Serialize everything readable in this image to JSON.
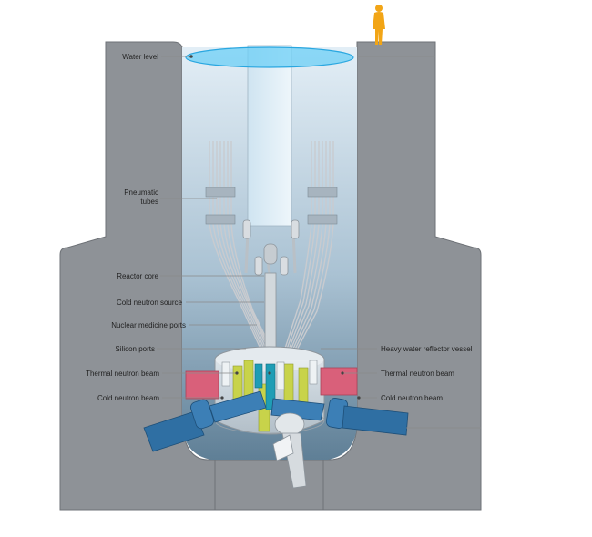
{
  "labels": {
    "water_level": "Water level",
    "pneumatic_tubes_line1": "Pneumatic",
    "pneumatic_tubes_line2": "tubes",
    "reactor_core": "Reactor core",
    "cold_neutron_source": "Cold neutron source",
    "nuclear_medicine_ports": "Nuclear medicine ports",
    "silicon_ports": "Silicon ports",
    "thermal_neutron_beam_left": "Thermal neutron beam",
    "cold_neutron_beam_left": "Cold neutron beam",
    "heavy_water_reflector_vessel": "Heavy water reflector vessel",
    "thermal_neutron_beam_right": "Thermal neutron beam",
    "cold_neutron_beam_right": "Cold neutron beam"
  },
  "colors": {
    "concrete": "#8e9297",
    "water_light": "#dbe8f1",
    "water_dark": "#6d8aa0",
    "surface": "#4fc3f7",
    "person": "#f2a516",
    "beam_blue": "#2f6fa3",
    "thermal_pink": "#d9607a",
    "yellow_green": "#c8d34a",
    "teal": "#1f9db5"
  }
}
